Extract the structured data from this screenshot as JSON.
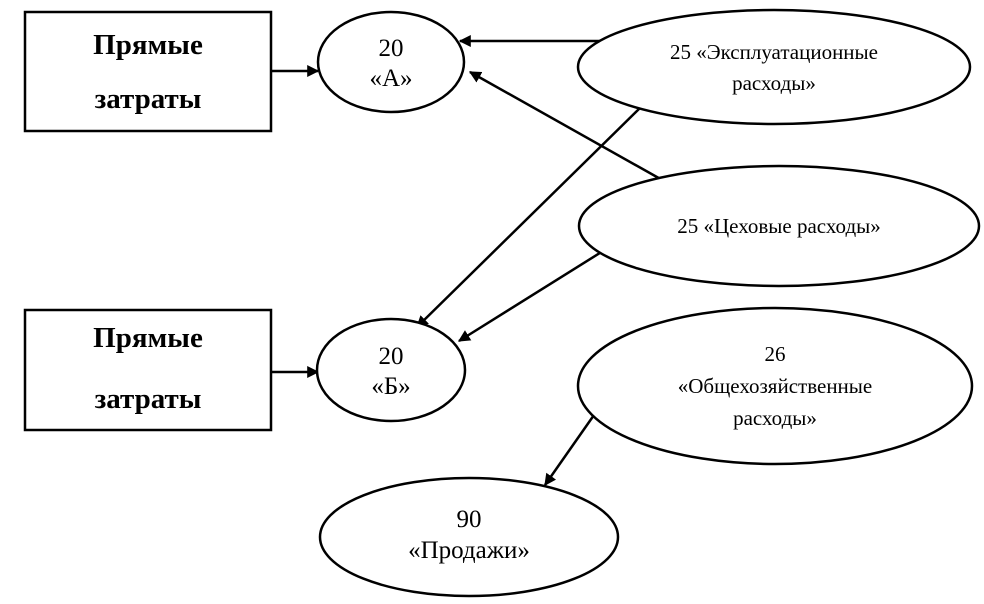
{
  "nodes": {
    "box_top": {
      "lines": [
        "Прямые",
        "затраты"
      ]
    },
    "box_bottom": {
      "lines": [
        "Прямые",
        "затраты"
      ]
    },
    "acc20a": {
      "lines": [
        "20",
        "«А»"
      ]
    },
    "acc20b": {
      "lines": [
        "20",
        "«Б»"
      ]
    },
    "acc25e": {
      "lines": [
        "25 «Эксплуатационные",
        "расходы»"
      ]
    },
    "acc25c": {
      "lines": [
        "25 «Цеховые расходы»"
      ]
    },
    "acc26": {
      "lines": [
        "26",
        "«Общехозяйственные",
        "расходы»"
      ]
    },
    "acc90": {
      "lines": [
        "90",
        "«Продажи»"
      ]
    }
  },
  "edges": [
    {
      "from": "box_top",
      "to": "acc20a"
    },
    {
      "from": "box_bottom",
      "to": "acc20b"
    },
    {
      "from": "acc25e",
      "to": "acc20a"
    },
    {
      "from": "acc25e",
      "to": "acc20b"
    },
    {
      "from": "acc25c",
      "to": "acc20a"
    },
    {
      "from": "acc25c",
      "to": "acc20b"
    },
    {
      "from": "acc26",
      "to": "acc90"
    }
  ],
  "colors": {
    "stroke": "#000000",
    "fill": "#ffffff"
  }
}
